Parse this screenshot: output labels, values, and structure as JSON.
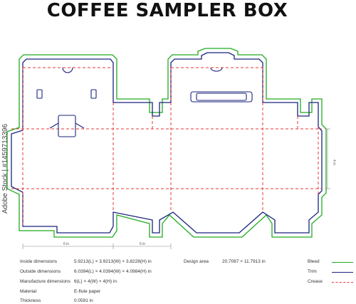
{
  "title": "COFFEE SAMPLER BOX",
  "colors": {
    "bleed": "#22aa22",
    "trim": "#1a237e",
    "crease": "#e53935"
  },
  "dimension_labels": {
    "panel_width_1": "6 in",
    "panel_width_2": "6 in",
    "height": "4 in"
  },
  "specs": [
    {
      "label": "Inside dimensions",
      "value": "5.9213(L) × 3.9213(W) × 3.8228(H) in"
    },
    {
      "label": "Outside dimensions",
      "value": "6.0394(L) × 4.0394(W) × 4.0984(H) in"
    },
    {
      "label": "Manufacture dimensions",
      "value": "6(L) × 4(W) × 4(H) in"
    },
    {
      "label": "Material",
      "value": "E-flute paper"
    },
    {
      "label": "Thickness",
      "value": "0.0591 in"
    }
  ],
  "design_area": {
    "label": "Design area",
    "value": "20.7087 × 11.7913 in"
  },
  "legend": [
    {
      "label": "Bleed",
      "style": "solid",
      "color": "#22aa22"
    },
    {
      "label": "Trim",
      "style": "solid",
      "color": "#1a237e"
    },
    {
      "label": "Crease",
      "style": "dashed",
      "color": "#e53935"
    }
  ],
  "watermark": "Adobe Stock | #1459713396"
}
